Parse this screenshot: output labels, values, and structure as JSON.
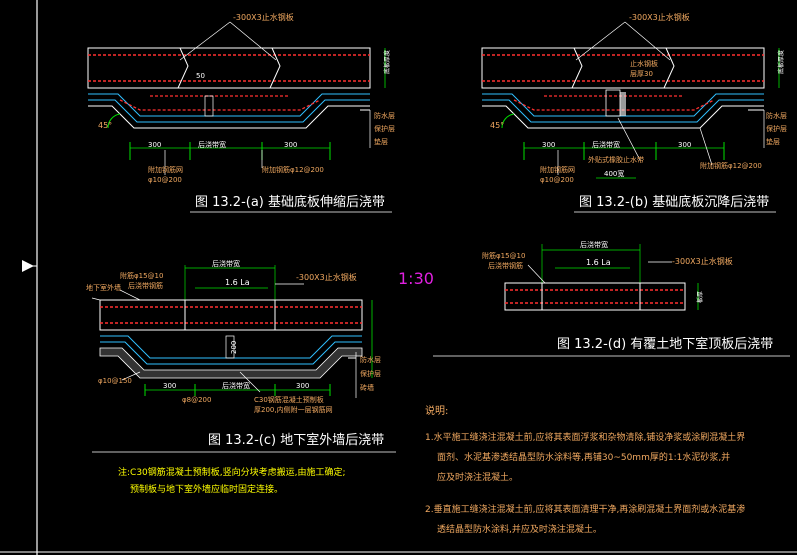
{
  "colors": {
    "background": "#000000",
    "rebar": "#ff3030",
    "outline": "#ffffff",
    "dimension": "#00e000",
    "layer": "#30c0ff",
    "note": "#f0a860",
    "scale": "#e020e0",
    "label": "#ffff00"
  },
  "scale_label": "1:30",
  "figures": {
    "a": {
      "caption": "图 13.2-(a) 基础底板伸缩后浇带",
      "top_label": "-300X3止水钢板",
      "width_label": "后浇带宽",
      "dim_left": "300",
      "dim_right": "300",
      "angle": "45°",
      "note_left_1": "附加钢筋网",
      "note_left_2": "φ10@200",
      "note_right": "附加钢筋φ12@200",
      "thickness": "50",
      "side_dim": "底板厚度",
      "layers": [
        "防水层",
        "保护层",
        "垫层"
      ]
    },
    "b": {
      "caption": "图 13.2-(b) 基础底板沉降后浇带",
      "top_label": "-300X3止水钢板",
      "width_label": "后浇带宽",
      "dim_left": "300",
      "dim_right": "300",
      "dim_bottom": "400宽",
      "angle": "45°",
      "note_left_1": "附加钢筋网",
      "note_left_2": "φ10@200",
      "note_right": "附加钢筋φ12@200",
      "note_mid": "外贴式橡胶止水带",
      "thickness": "30",
      "label_top_1": "止水钢板",
      "label_top_2": "层厚30",
      "side_dim": "底板厚度",
      "layers": [
        "防水层",
        "保护层",
        "垫层"
      ]
    },
    "c": {
      "caption": "图 13.2-(c) 地下室外墙后浇带",
      "top_label": "-300X3止水钢板",
      "width_label": "后浇带宽",
      "lap_label": "1.6 La",
      "rebar_label_1": "附筋φ15@10",
      "rebar_label_2": "后浇带钢筋",
      "side_left": "地下室外墙",
      "dim_left": "300",
      "dim_right": "300",
      "dim_mid": "后浇带宽",
      "thickness": "200",
      "note_left": "φ10@150",
      "note_left_2": "φ8@200",
      "note_bottom_1": "C30钢筋混凝土预制板",
      "note_bottom_2": "厚200,内侧附一层钢筋网",
      "layers": [
        "防水层",
        "保护层",
        "砖墙"
      ]
    },
    "d": {
      "caption": "图 13.2-(d) 有覆土地下室顶板后浇带",
      "top_label": "-300X3止水钢板",
      "width_label": "后浇带宽",
      "lap_label": "1.6 La",
      "rebar_label_1": "附筋φ15@10",
      "rebar_label_2": "后浇带钢筋",
      "side_dim": "板厚"
    }
  },
  "footnote": [
    "注:C30钢筋混凝土预制板,竖向分块考虑搬运,由施工确定;",
    "预制板与地下室外墙应临时固定连接。"
  ],
  "notes": {
    "heading": "说明:",
    "items": [
      "1.水平施工缝浇注混凝土前,应将其表面浮浆和杂物清除,铺设净浆或涂刷混凝土界",
      "面剂、水泥基渗透结晶型防水涂料等,再铺30~50mm厚的1:1水泥砂浆,并",
      "应及时浇注混凝土。",
      "2.垂直施工缝浇注混凝土前,应将其表面清理干净,再涂刷混凝土界面剂或水泥基渗",
      "透结晶型防水涂料,并应及时浇注混凝土。"
    ]
  }
}
